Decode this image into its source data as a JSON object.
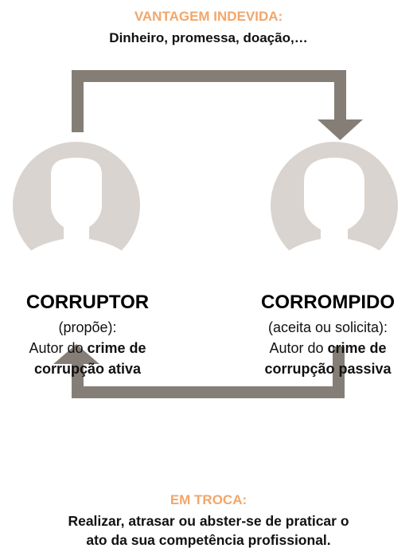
{
  "top_label": {
    "title": "VANTAGEM INDEVIDA:",
    "text": "Dinheiro, promessa, doação,…"
  },
  "left_person": {
    "role": "CORRUPTOR",
    "action": "(propõe):",
    "line1_prefix": "Autor do ",
    "line1_bold": "crime de",
    "line2": "corrupção ativa"
  },
  "right_person": {
    "role": "CORROMPIDO",
    "action": "(aceita ou solicita):",
    "line1_prefix": "Autor do ",
    "line1_bold": "crime de",
    "line2": "corrupção passiva"
  },
  "bottom_label": {
    "title": "EM TROCA:",
    "line1": "Realizar, atrasar ou abster-se de praticar o",
    "line2": "ato da sua competência profissional."
  },
  "colors": {
    "accent": "#f2a66a",
    "arrow": "#857e76",
    "avatar_bg": "#d9d4cf",
    "silhouette": "#ffffff"
  }
}
